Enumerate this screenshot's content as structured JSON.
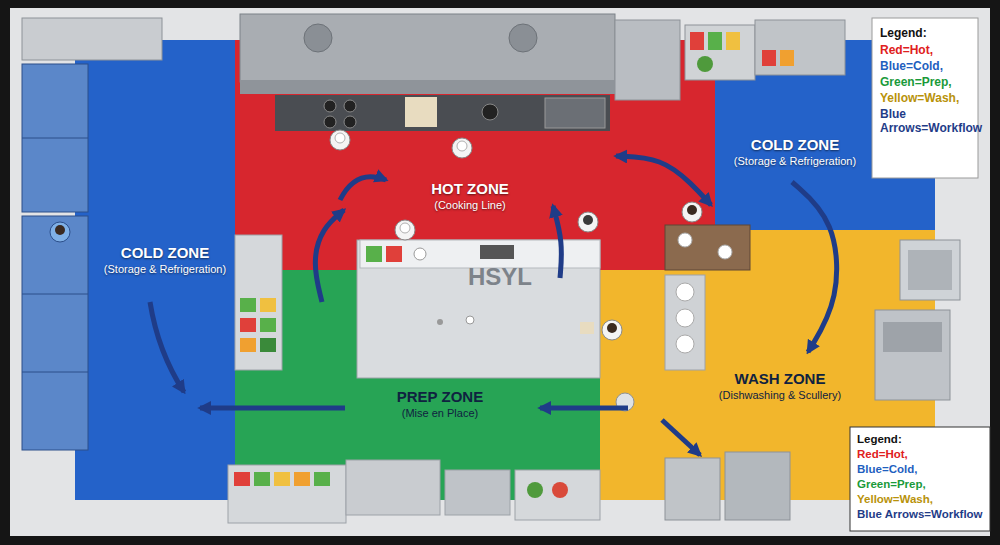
{
  "diagram": {
    "nodes": [
      {
        "text": [
          "HOT ZONE",
          "(Cooking Line)"
        ]
      },
      {
        "text": [
          "COLD ZONE",
          "(Storage & Refrigeration)"
        ]
      },
      {
        "text": [
          "COLD ZONE",
          "(Storage & Refrigeration)"
        ]
      },
      {
        "text": [
          "PREP ZONE",
          "(Mise en Place)"
        ]
      },
      {
        "text": [
          "WASH ZONE",
          "(Dishwashing & Scullery)"
        ]
      }
    ],
    "edges": [
      {
        "from": 3,
        "to": 0,
        "arrow": "to"
      },
      {
        "from": 3,
        "to": 0,
        "arrow": "to"
      },
      {
        "from": 0,
        "to": 1,
        "arrow": "both"
      },
      {
        "from": 1,
        "to": 4,
        "arrow": "to"
      },
      {
        "from": 4,
        "to": 3,
        "arrow": "to"
      },
      {
        "from": 3,
        "to": 2,
        "arrow": "to"
      }
    ],
    "labels": [
      "Legend:",
      "Red=Hot,",
      "Blue=Cold,",
      "Green=Prep,",
      "Yellow=Wash,",
      "Blue Arrows=Workflow",
      "HSYL",
      "Legend:",
      "Red=Hot,",
      "Blue=Cold,",
      "Green=Prep,",
      "Yellow=Wash,",
      "Blue Arrows=Workflow"
    ]
  }
}
